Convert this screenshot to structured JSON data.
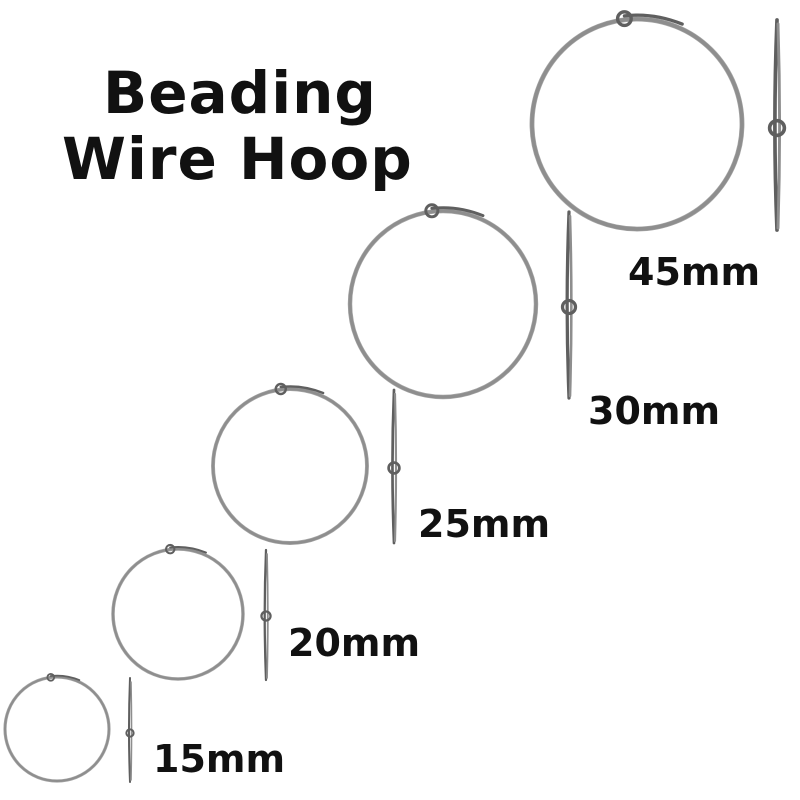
{
  "title": {
    "line1": "Beading",
    "line2": "Wire Hoop"
  },
  "sizes": [
    {
      "id": "15",
      "label": "15mm"
    },
    {
      "id": "20",
      "label": "20mm"
    },
    {
      "id": "25",
      "label": "25mm"
    },
    {
      "id": "30",
      "label": "30mm"
    },
    {
      "id": "45",
      "label": "45mm"
    }
  ],
  "colors": {
    "background": "#ffffff",
    "text": "#111111",
    "wire": "#8e8e8e",
    "wire_shadow": "#5f5f5f"
  },
  "icons": {
    "hoop_front": "wire-hoop-front-icon",
    "hoop_side": "wire-hoop-side-icon"
  }
}
